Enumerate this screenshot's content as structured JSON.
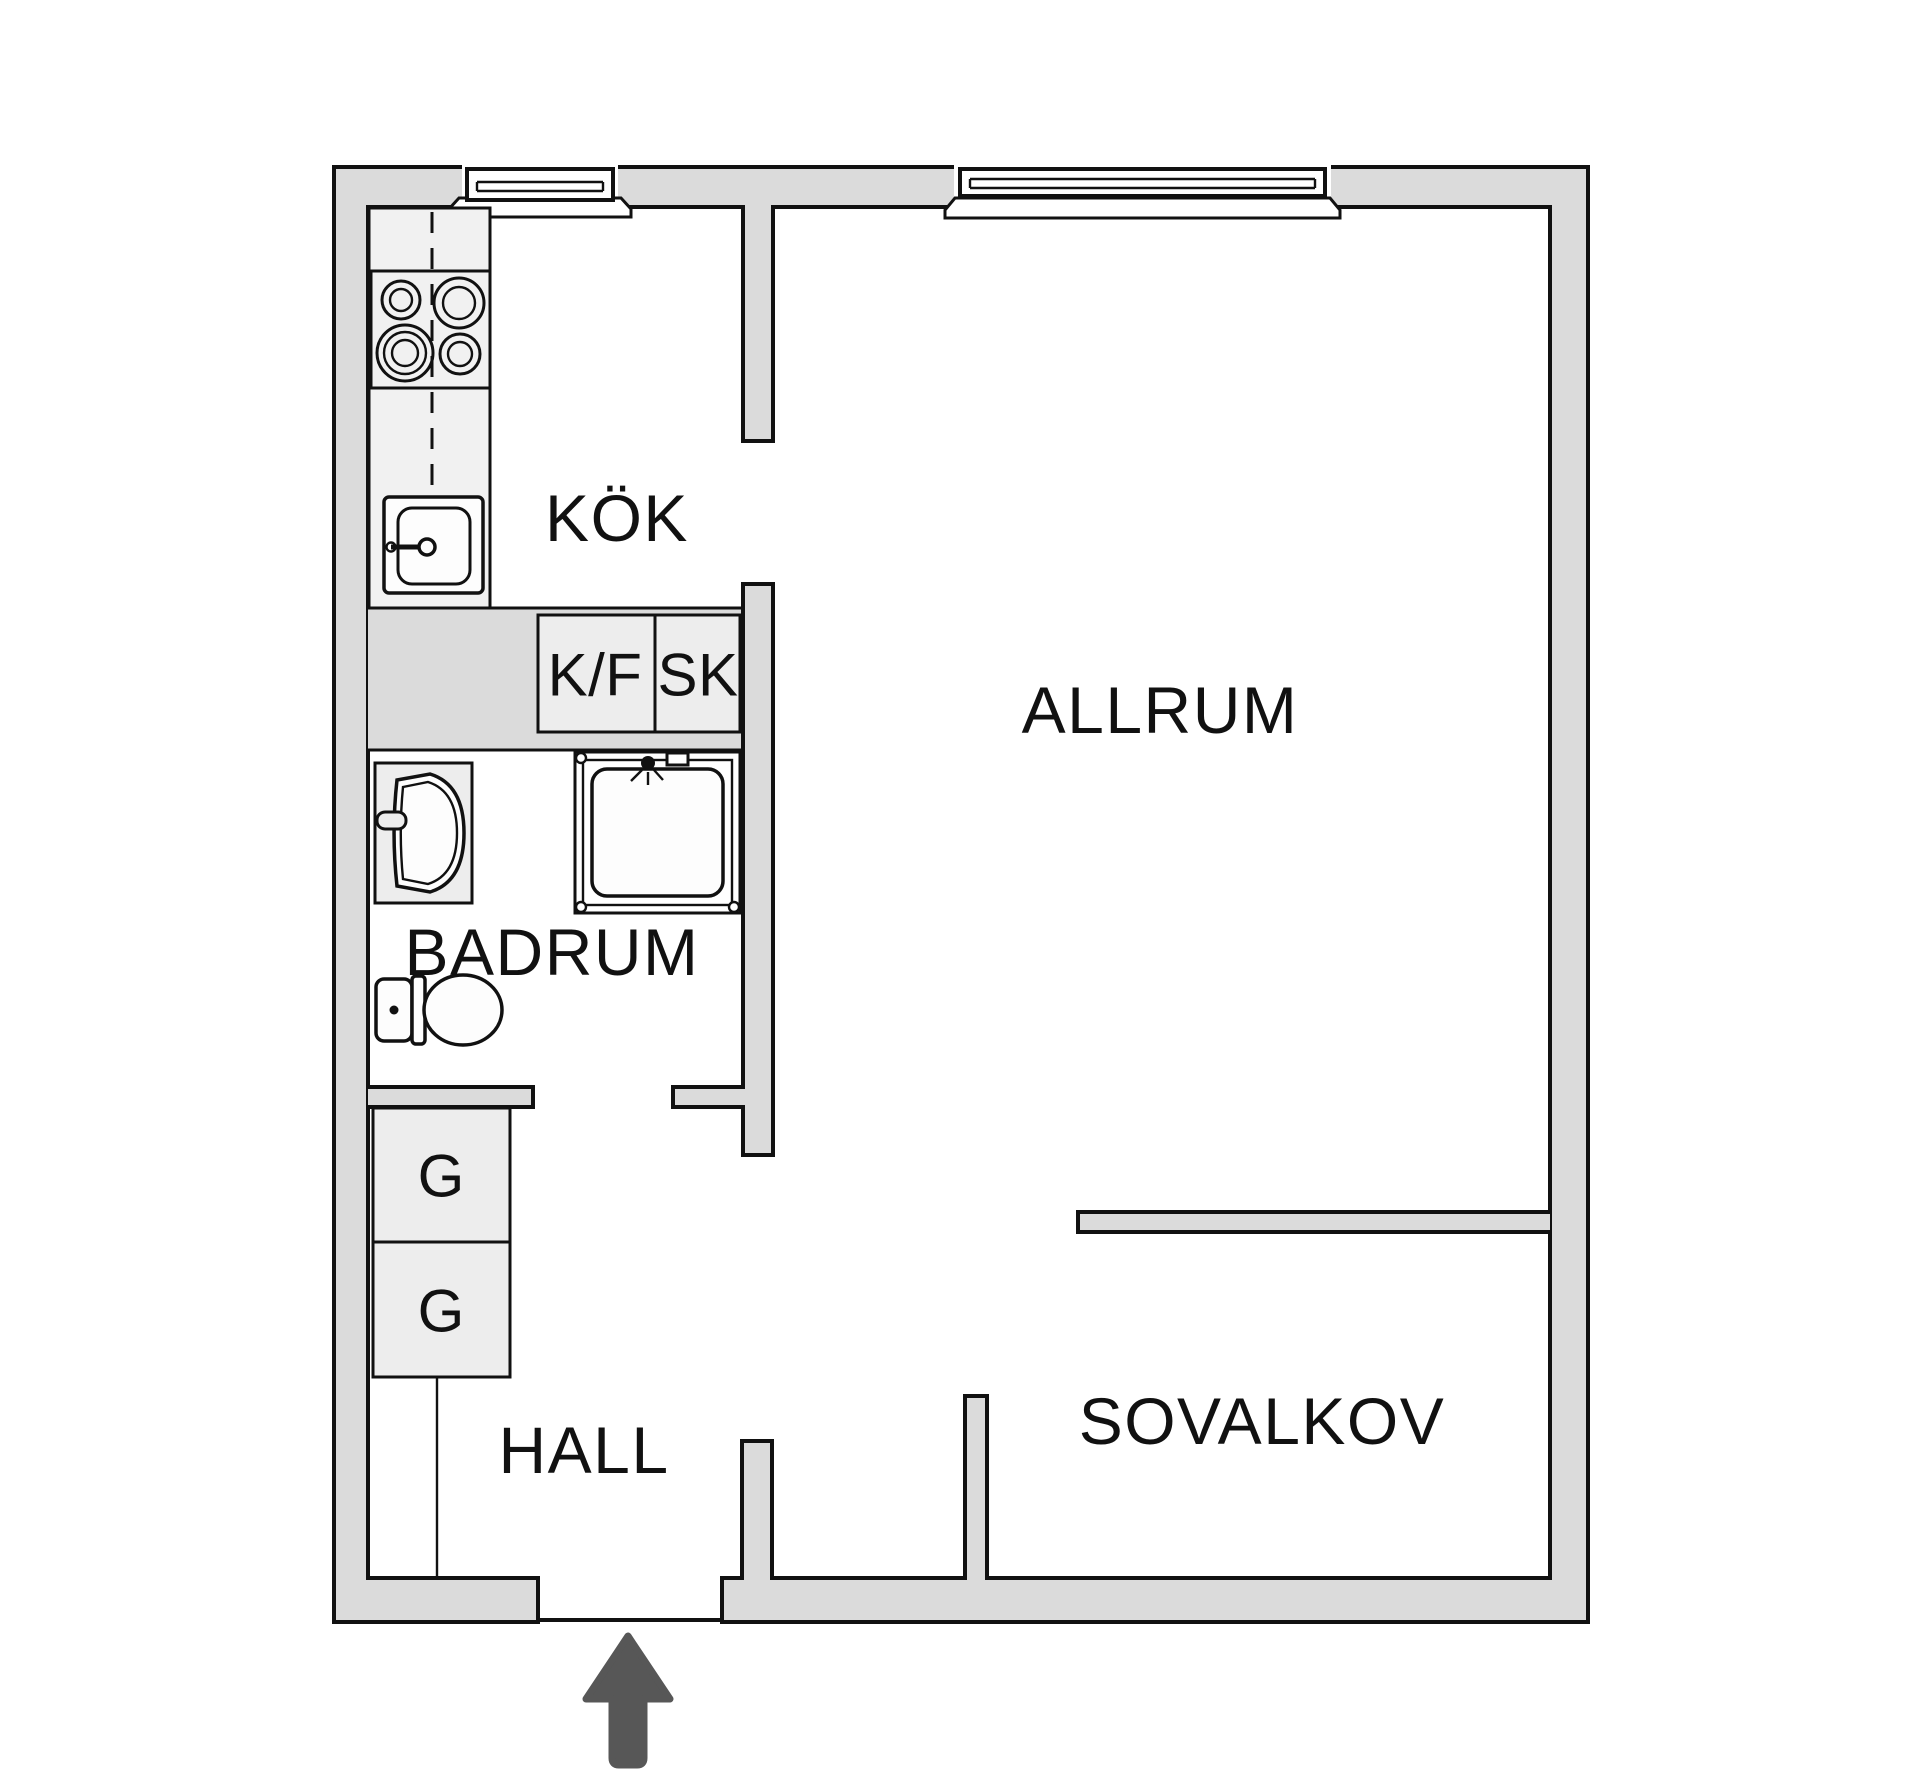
{
  "plan": {
    "title": "apartment-floor-plan",
    "rooms": {
      "kok": {
        "label": "KÖK"
      },
      "allrum": {
        "label": "ALLRUM"
      },
      "badrum": {
        "label": "BADRUM"
      },
      "hall": {
        "label": "HALL"
      },
      "sovalkov": {
        "label": "SOVALKOV"
      }
    },
    "storage": {
      "kf": {
        "label": "K/F"
      },
      "sk": {
        "label": "SK"
      },
      "g1": {
        "label": "G"
      },
      "g2": {
        "label": "G"
      }
    },
    "colors": {
      "background": "#ffffff",
      "wall_fill": "#dbdbdb",
      "wall_stroke": "#111111",
      "fixture_fill": "#ededed",
      "counter_fill": "#f1f1f1",
      "stove_fill": "#575757",
      "burner_small": "#919191",
      "burner_large": "#9c9c9c",
      "arrow": "#575757"
    }
  }
}
